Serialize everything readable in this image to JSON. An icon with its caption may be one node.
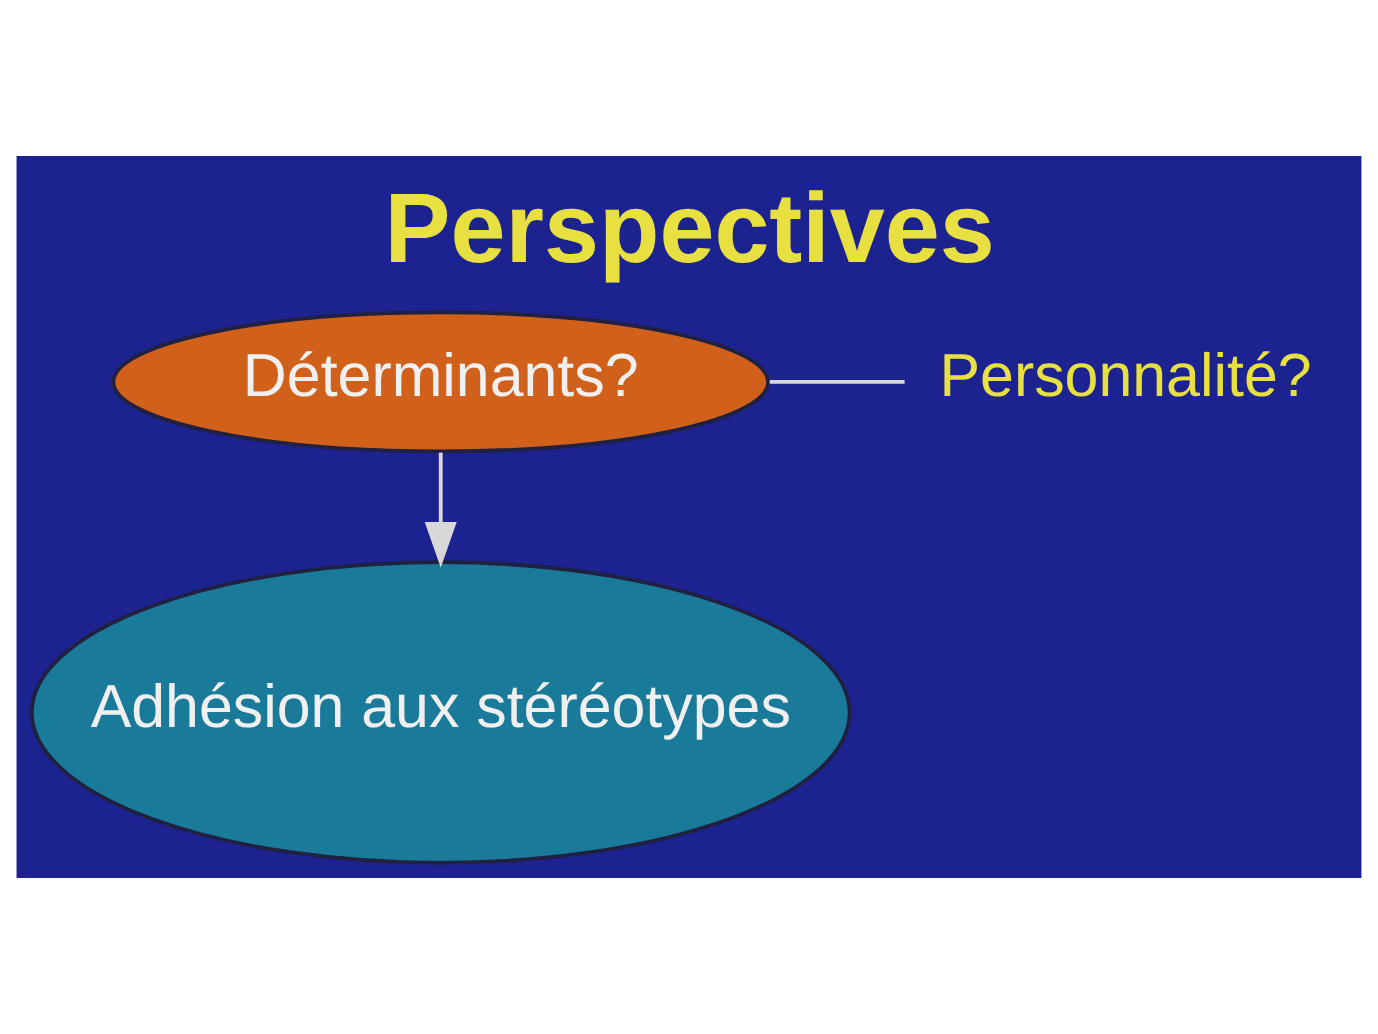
{
  "diagram": {
    "title": "Perspectives",
    "nodes": [
      {
        "text": [
          "Déterminants?"
        ]
      },
      {
        "text": [
          "Adhésion aux stéréotypes"
        ]
      },
      {
        "text": [
          "Personnalité?"
        ]
      }
    ],
    "edges": [
      {
        "from": 0,
        "to": 1,
        "arrow": "to"
      },
      {
        "from": 2,
        "to": 0,
        "arrow": "none"
      }
    ]
  }
}
